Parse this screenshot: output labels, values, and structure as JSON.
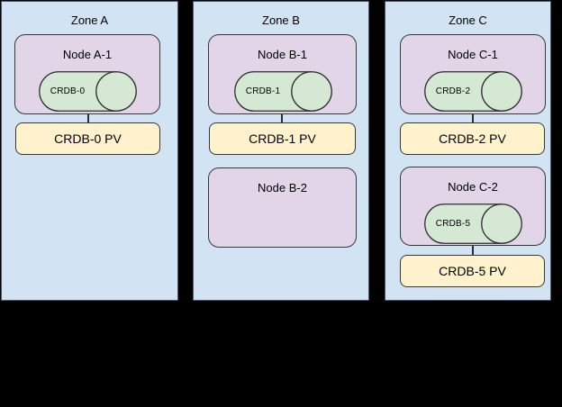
{
  "colors": {
    "background": "#000000",
    "zone_fill": "#D2E3F3",
    "zone_border": "#41586E",
    "node_fill": "#E1D5E7",
    "node_border": "#383838",
    "pod_fill": "#D5E8D4",
    "pod_border": "#2E2E2E",
    "pv_fill": "#FFF2CC",
    "pv_border": "#383838",
    "connector": "#2E2E2E"
  },
  "icons": {
    "pod": "cylinder-icon"
  },
  "zones": [
    {
      "label": "Zone A",
      "nodes": [
        {
          "label": "Node A-1",
          "pod": "CRDB-0"
        }
      ],
      "pvs": [
        {
          "label": "CRDB-0 PV"
        }
      ]
    },
    {
      "label": "Zone B",
      "nodes": [
        {
          "label": "Node B-1",
          "pod": "CRDB-1"
        },
        {
          "label": "Node B-2"
        }
      ],
      "pvs": [
        {
          "label": "CRDB-1 PV"
        }
      ]
    },
    {
      "label": "Zone C",
      "nodes": [
        {
          "label": "Node C-1",
          "pod": "CRDB-2"
        },
        {
          "label": "Node C-2",
          "pod": "CRDB-5"
        }
      ],
      "pvs": [
        {
          "label": "CRDB-2 PV"
        },
        {
          "label": "CRDB-5 PV"
        }
      ]
    }
  ]
}
